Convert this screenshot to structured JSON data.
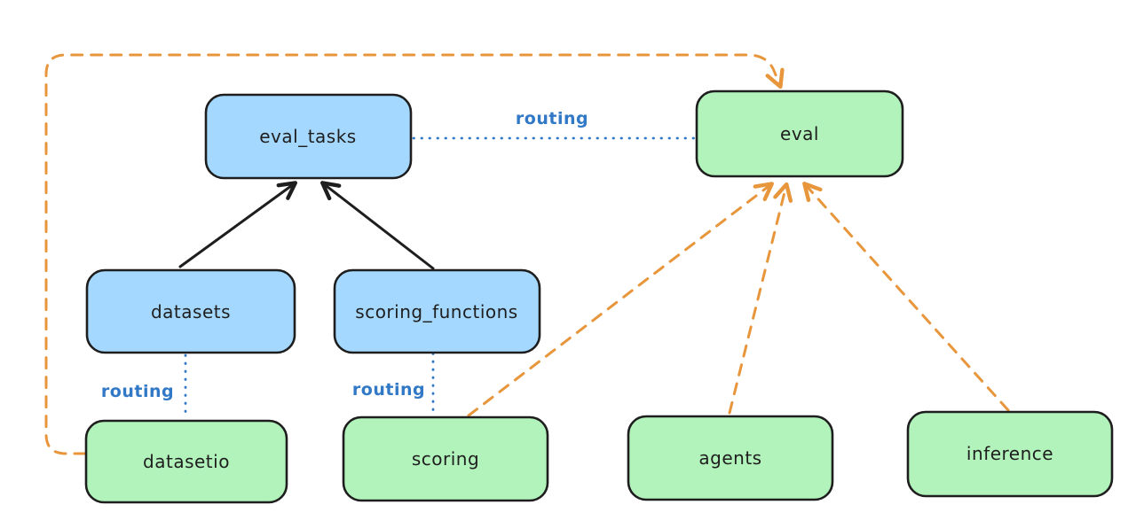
{
  "diagram": {
    "description": "Routing diagram connecting registry objects (eval_tasks, datasets, scoring_functions) to provider APIs (eval, datasetio, scoring, agents, inference)"
  },
  "colors": {
    "background": "#ffffff",
    "node_blue_fill": "#a5d8ff",
    "node_green_fill": "#b2f2bb",
    "node_border": "#1e1e1e",
    "node_text": "#1e1e1e",
    "arrow_black": "#1e1e1e",
    "arrow_orange": "#e8963c",
    "routing_blue": "#3178c6"
  },
  "nodes": [
    {
      "id": "eval_tasks",
      "label": "eval_tasks",
      "fill": "blue"
    },
    {
      "id": "eval",
      "label": "eval",
      "fill": "green"
    },
    {
      "id": "datasets",
      "label": "datasets",
      "fill": "blue"
    },
    {
      "id": "scoring_functions",
      "label": "scoring_functions",
      "fill": "blue"
    },
    {
      "id": "datasetio",
      "label": "datasetio",
      "fill": "green"
    },
    {
      "id": "scoring",
      "label": "scoring",
      "fill": "green"
    },
    {
      "id": "agents",
      "label": "agents",
      "fill": "green"
    },
    {
      "id": "inference",
      "label": "inference",
      "fill": "green"
    }
  ],
  "edges": [
    {
      "from": "datasets",
      "to": "eval_tasks",
      "style": "solid",
      "color": "black",
      "arrow": true,
      "label": ""
    },
    {
      "from": "scoring_functions",
      "to": "eval_tasks",
      "style": "solid",
      "color": "black",
      "arrow": true,
      "label": ""
    },
    {
      "from": "eval_tasks",
      "to": "eval",
      "style": "dotted",
      "color": "blue",
      "arrow": false,
      "label": "routing"
    },
    {
      "from": "datasets",
      "to": "datasetio",
      "style": "dotted",
      "color": "blue",
      "arrow": false,
      "label": "routing"
    },
    {
      "from": "scoring_functions",
      "to": "scoring",
      "style": "dotted",
      "color": "blue",
      "arrow": false,
      "label": "routing"
    },
    {
      "from": "datasetio",
      "to": "eval",
      "style": "dashed",
      "color": "orange",
      "arrow": true,
      "label": ""
    },
    {
      "from": "scoring",
      "to": "eval",
      "style": "dashed",
      "color": "orange",
      "arrow": true,
      "label": ""
    },
    {
      "from": "agents",
      "to": "eval",
      "style": "dashed",
      "color": "orange",
      "arrow": true,
      "label": ""
    },
    {
      "from": "inference",
      "to": "eval",
      "style": "dashed",
      "color": "orange",
      "arrow": true,
      "label": ""
    }
  ]
}
